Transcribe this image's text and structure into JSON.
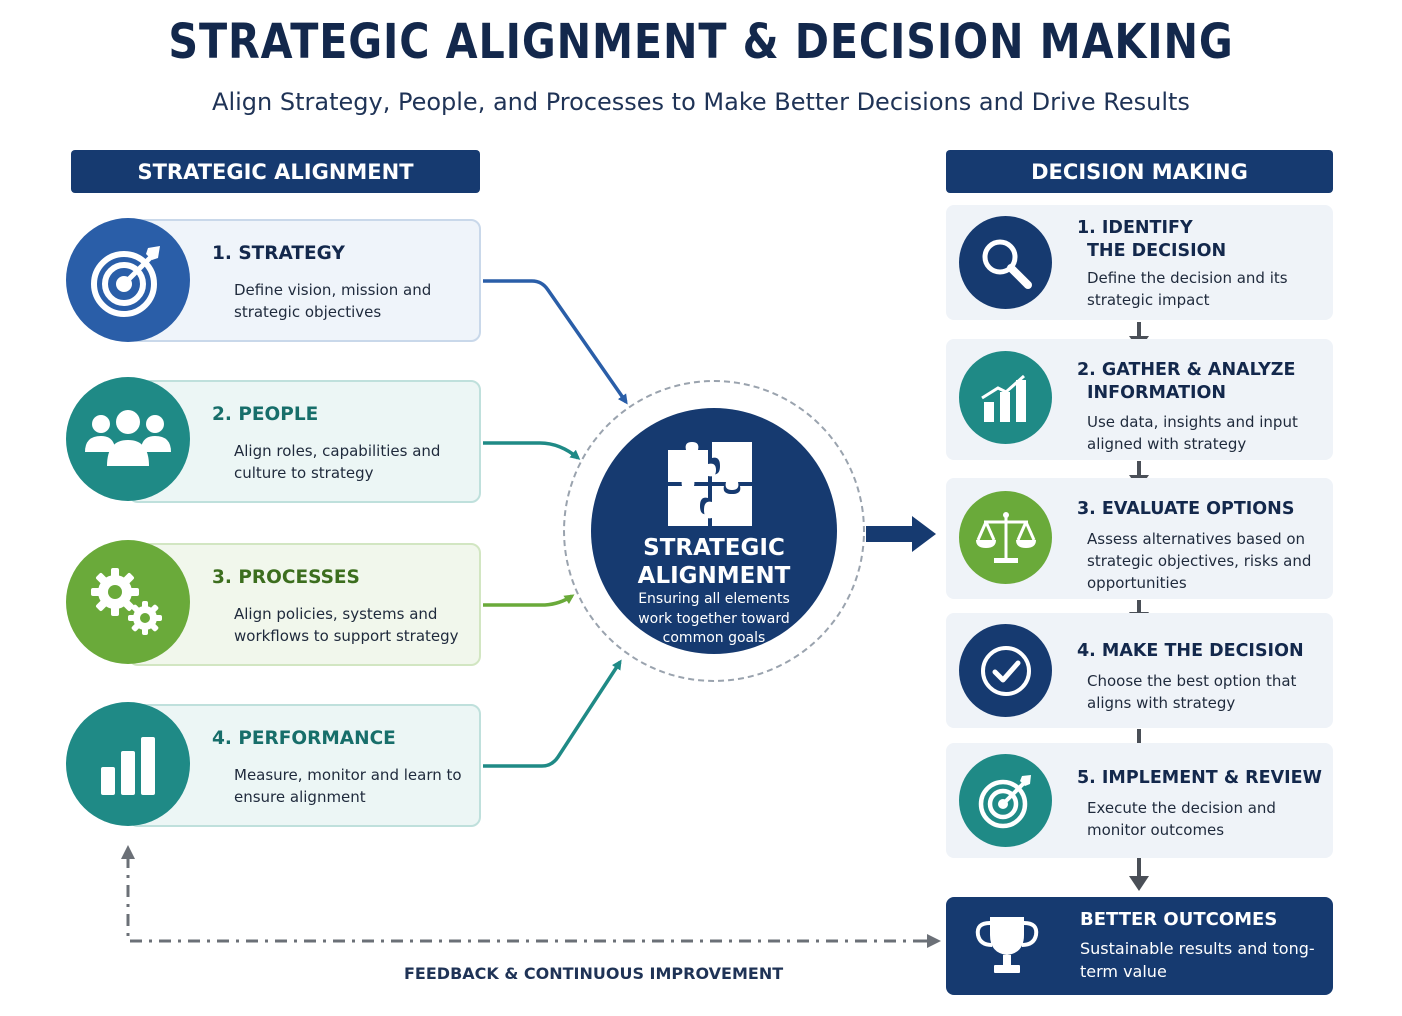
{
  "header": {
    "title": "STRATEGIC ALIGNMENT & DECISION MAKING",
    "subtitle": "Align Strategy, People, and Processes to Make Better Decisions and Drive Results"
  },
  "left_section": {
    "heading": "STRATEGIC ALIGNMENT",
    "cards": [
      {
        "title": "1. STRATEGY",
        "description": "Define vision, mission and strategic objectives",
        "icon": "target-icon",
        "color": "#2a5ea8"
      },
      {
        "title": "2. PEOPLE",
        "description": "Align roles, capabilities and culture to strategy",
        "icon": "people-icon",
        "color": "#1f8a86"
      },
      {
        "title": "3. PROCESSES",
        "description": "Align policies, systems and workflows to support strategy",
        "icon": "gears-icon",
        "color": "#6aaa3a"
      },
      {
        "title": "4. PERFORMANCE",
        "description": "Measure, monitor and learn to ensure alignment",
        "icon": "bar-chart-icon",
        "color": "#1f8a86"
      }
    ]
  },
  "center": {
    "title": "STRATEGIC ALIGNMENT",
    "description": "Ensuring all elements work together toward common goals",
    "icon": "puzzle-icon"
  },
  "right_section": {
    "heading": "DECISION MAKING",
    "steps": [
      {
        "title_line1": "1. IDENTIFY",
        "title_line2": "THE DECISION",
        "description": "Define the decision and its strategic impact",
        "icon": "magnifier-icon",
        "color": "#163a70"
      },
      {
        "title_line1": "2. GATHER & ANALYZE",
        "title_line2": "INFORMATION",
        "description": "Use data, insights and input aligned with strategy",
        "icon": "bar-chart-up-icon",
        "color": "#1f8a86"
      },
      {
        "title_line1": "3. EVALUATE OPTIONS",
        "title_line2": "",
        "description": "Assess alternatives based on strategic objectives, risks and opportunities",
        "icon": "scales-icon",
        "color": "#6aaa3a"
      },
      {
        "title_line1": "4. MAKE THE DECISION",
        "title_line2": "",
        "description": "Choose the best option that aligns with strategy",
        "icon": "checkmark-icon",
        "color": "#163a70"
      },
      {
        "title_line1": "5. IMPLEMENT & REVIEW",
        "title_line2": "",
        "description": "Execute the decision and monitor outcomes",
        "icon": "target-icon",
        "color": "#1f8a86"
      }
    ]
  },
  "outcome": {
    "title": "BETTER OUTCOMES",
    "description": "Sustainable results and tong-term value",
    "icon": "trophy-icon"
  },
  "feedback_label": "FEEDBACK & CONTINUOUS IMPROVEMENT",
  "colors": {
    "navy": "#163a70",
    "blue": "#2a5ea8",
    "teal": "#1f8a86",
    "green": "#6aaa3a",
    "arrow_gray": "#555b63"
  }
}
